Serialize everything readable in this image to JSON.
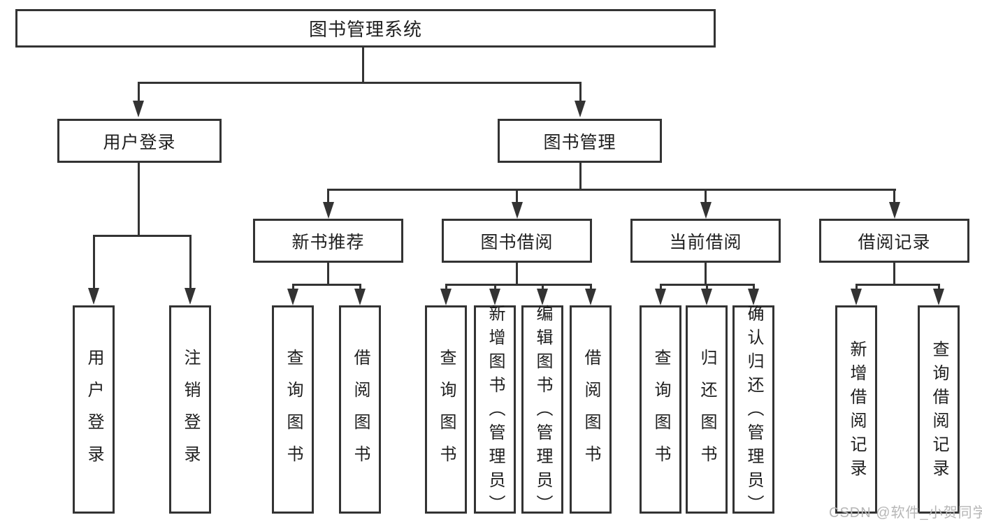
{
  "diagram": {
    "root": {
      "label": "图书管理系统"
    },
    "login": {
      "label": "用户登录",
      "leaves": [
        {
          "label": "用户登录"
        },
        {
          "label": "注销登录"
        }
      ]
    },
    "mgmt": {
      "label": "图书管理",
      "groups": [
        {
          "label": "新书推荐",
          "leaves": [
            {
              "label": "查询图书"
            },
            {
              "label": "借阅图书"
            }
          ]
        },
        {
          "label": "图书借阅",
          "leaves": [
            {
              "label": "查询图书"
            },
            {
              "label": "新增图书（管理员）"
            },
            {
              "label": "编辑图书（管理员）"
            },
            {
              "label": "借阅图书"
            }
          ]
        },
        {
          "label": "当前借阅",
          "leaves": [
            {
              "label": "查询图书"
            },
            {
              "label": "归还图书"
            },
            {
              "label": "确认归还（管理员）"
            }
          ]
        },
        {
          "label": "借阅记录",
          "leaves": [
            {
              "label": "新增借阅记录"
            },
            {
              "label": "查询借阅记录"
            }
          ]
        }
      ]
    }
  },
  "watermark": {
    "text": "CSDN @软件_小贺同学"
  },
  "colors": {
    "line": "#333333",
    "text": "#1e1e1e",
    "watermark": "#b6b6b6",
    "background": "#ffffff"
  }
}
